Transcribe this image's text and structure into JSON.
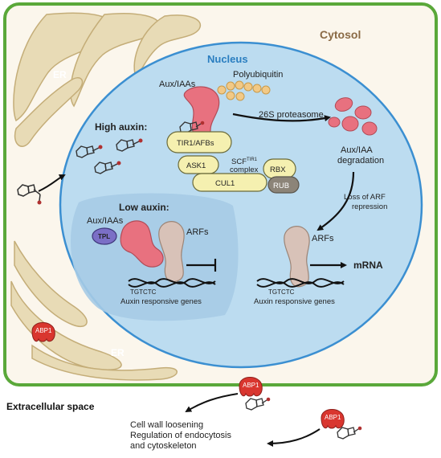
{
  "compartments": {
    "cytosol": "Cytosol",
    "nucleus": "Nucleus",
    "er_top": "ER",
    "er_bottom": "ER",
    "extracellular": "Extracellular space"
  },
  "high_auxin": {
    "title": "High auxin:",
    "aux_iaas": "Aux/IAAs",
    "polyubiquitin": "Polyubiquitin",
    "proteasome": "26S proteasome",
    "degradation_line1": "Aux/IAA",
    "degradation_line2": "degradation",
    "tir1": "TIR1/AFBs",
    "ask1": "ASK1",
    "scf_line1": "SCF",
    "scf_sup": "TIR1",
    "scf_line2": "complex",
    "rbx": "RBX",
    "cul1": "CUL1",
    "rub": "RUB"
  },
  "low_auxin": {
    "title": "Low auxin:",
    "aux_iaas": "Aux/IAAs",
    "tpl": "TPL",
    "arfs": "ARFs",
    "motif": "TGTCTC",
    "genes": "Auxin responsive genes"
  },
  "activation": {
    "loss_line1": "Loss of ARF",
    "loss_line2": "repression",
    "arfs": "ARFs",
    "mrna": "mRNA",
    "motif": "TGTCTC",
    "genes": "Auxin responsive genes"
  },
  "abp1": {
    "label": "ABP1",
    "effect_line1": "Cell wall loosening",
    "effect_line2": "Regulation of endocytosis",
    "effect_line3": "and cytoskeleton"
  },
  "colors": {
    "cell_border": "#5aa83a",
    "cell_fill": "#fbf6ec",
    "er": "#e8dbb6",
    "er_outline": "#c4ad78",
    "nucleus_fill": "#bcdcf0",
    "nucleus_border": "#3b8fd1",
    "low_region": "#a6cbe6",
    "aux_iaa": "#e8717f",
    "arf": "#d8c2b8",
    "ubiquitin": "#f2c986",
    "scf_yellow": "#f5f0b0",
    "rub": "#8c8478",
    "abp1": "#d9362f",
    "tpl": "#7b6fc6"
  }
}
